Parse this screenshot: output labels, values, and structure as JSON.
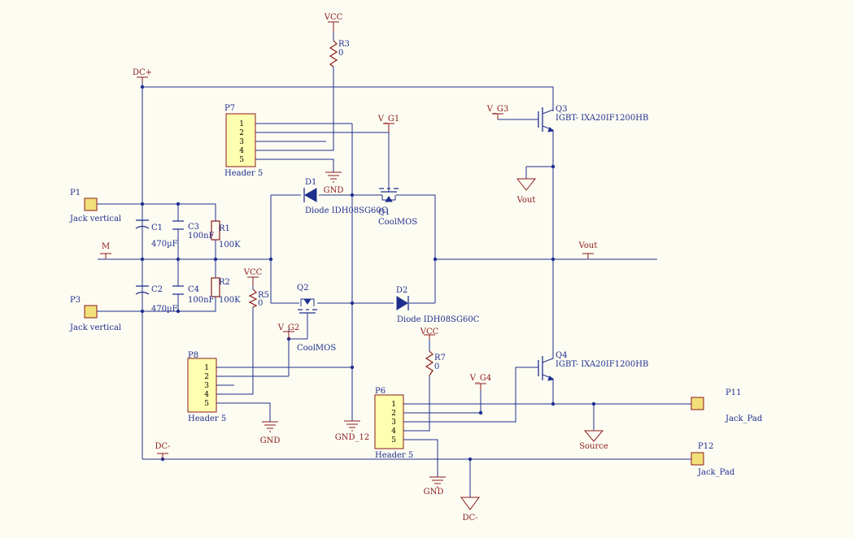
{
  "nets": {
    "vcc": "VCC",
    "dc_plus": "DC+",
    "dc_minus": "DC-",
    "m": "M",
    "vout": "Vout",
    "gnd": "GND",
    "gnd_12": "GND_12",
    "source": "Source",
    "v_g1": "V_G1",
    "v_g2": "V_G2",
    "v_g3": "V_G3",
    "v_g4": "V_G4"
  },
  "components": {
    "r3": {
      "ref": "R3",
      "value": "0"
    },
    "r5": {
      "ref": "R5",
      "value": "0"
    },
    "r7": {
      "ref": "R7",
      "value": "0"
    },
    "r1": {
      "ref": "R1",
      "value": "100K"
    },
    "r2": {
      "ref": "R2",
      "value": "100K"
    },
    "c1": {
      "ref": "C1",
      "value": "470µF"
    },
    "c2": {
      "ref": "C2",
      "value": "470µF"
    },
    "c3": {
      "ref": "C3",
      "value": "100nF"
    },
    "c4": {
      "ref": "C4",
      "value": "100nF"
    },
    "d1": {
      "ref": "D1",
      "value": "Diode IDH08SG60C"
    },
    "d2": {
      "ref": "D2",
      "value": "Diode IDH08SG60C"
    },
    "q1": {
      "ref": "Q1",
      "value": "CoolMOS"
    },
    "q2": {
      "ref": "Q2",
      "value": "CoolMOS"
    },
    "q3": {
      "ref": "Q3",
      "value": "IGBT- IXA20IF1200HB"
    },
    "q4": {
      "ref": "Q4",
      "value": "IGBT- IXA20IF1200HB"
    },
    "p1": {
      "ref": "P1",
      "value": "Jack vertical"
    },
    "p3": {
      "ref": "P3",
      "value": "Jack vertical"
    },
    "p11": {
      "ref": "P11",
      "value": "Jack_Pad"
    },
    "p12": {
      "ref": "P12",
      "value": "Jack_Pad"
    },
    "p6": {
      "ref": "P6",
      "value": "Header 5"
    },
    "p7": {
      "ref": "P7",
      "value": "Header 5"
    },
    "p8": {
      "ref": "P8",
      "value": "Header 5"
    }
  },
  "header_pins": [
    "1",
    "2",
    "3",
    "4",
    "5"
  ]
}
